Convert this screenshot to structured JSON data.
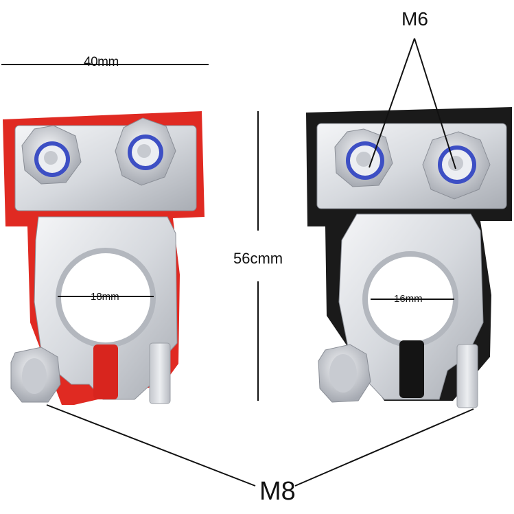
{
  "labels": {
    "width_dim": "40mm",
    "height_dim": "56cmm",
    "left_hole_dim": "18mm",
    "right_hole_dim": "16mm",
    "top_callout": "M6",
    "bottom_callout": "M8"
  },
  "colors": {
    "positive_cover": "#e02a22",
    "negative_cover": "#1a1a1a",
    "metal_light": "#e6e8ec",
    "metal_dark": "#a9adb4",
    "nut_ring_blue": "#3d4fc4",
    "line": "#111111",
    "background": "#ffffff"
  }
}
